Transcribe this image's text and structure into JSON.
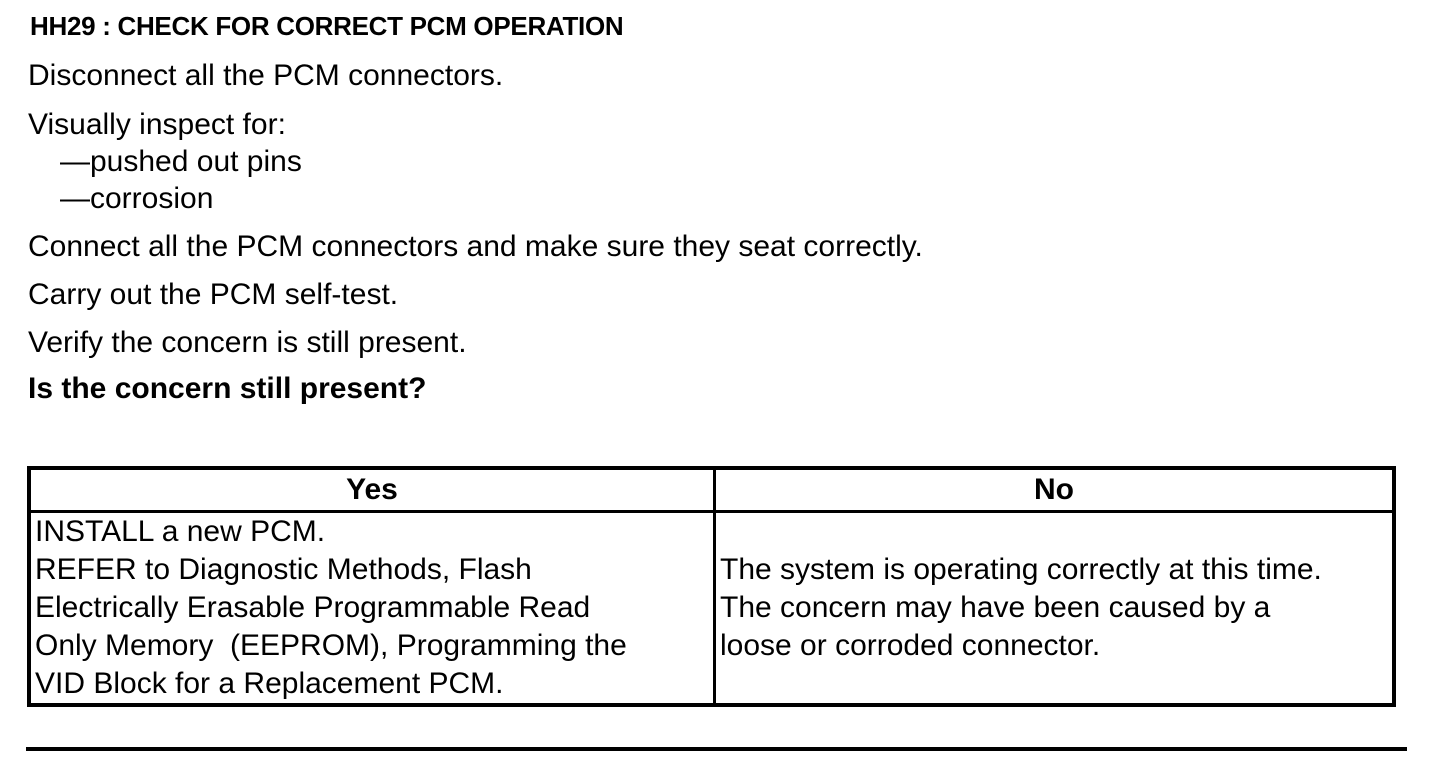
{
  "heading": "HH29 : CHECK FOR CORRECT PCM OPERATION",
  "steps": {
    "disconnect": "Disconnect all the PCM connectors.",
    "inspect": "Visually inspect for:",
    "inspect_items": [
      "—pushed out pins",
      "—corrosion"
    ],
    "connect": "Connect all the PCM connectors and make sure they seat correctly.",
    "selftest": "Carry out the PCM self-test.",
    "verify": "Verify the concern is still present.",
    "question": "Is the concern still present?"
  },
  "result_table": {
    "headers": [
      "Yes",
      "No"
    ],
    "yes_lines": [
      "INSTALL a new PCM.",
      "REFER to Diagnostic Methods, Flash",
      "Electrically Erasable Programmable Read",
      "Only Memory  (EEPROM), Programming the",
      "VID Block for a Replacement PCM."
    ],
    "no_lines": [
      "The system is operating correctly at this time.",
      "The concern may have been caused by a",
      "loose or corroded connector."
    ]
  }
}
